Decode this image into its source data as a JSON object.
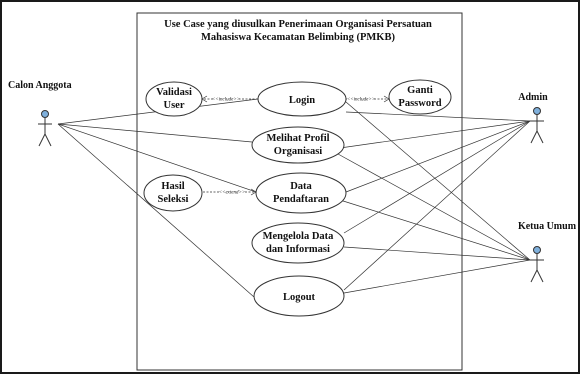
{
  "diagram": {
    "title_line1": "Use Case yang diusulkan Penerimaan Organisasi Persatuan",
    "title_line2": "Mahasiswa Kecamatan Belimbing (PMKB)",
    "actors": {
      "calon_anggota": "Calon Anggota",
      "admin": "Admin",
      "ketua_umum": "Ketua Umum"
    },
    "use_cases": {
      "validasi_user": [
        "Validasi",
        "User"
      ],
      "login": [
        "Login"
      ],
      "ganti_password": [
        "Ganti",
        "Password"
      ],
      "melihat_profil": [
        "Melihat Profil",
        "Organisasi"
      ],
      "hasil_seleksi": [
        "Hasil",
        "Seleksi"
      ],
      "data_pendaftaran": [
        "Data",
        "Pendaftaran"
      ],
      "mengelola_data": [
        "Mengelola Data",
        "dan Informasi"
      ],
      "logout": [
        "Logout"
      ]
    },
    "stereotypes": {
      "include": "<<include>>",
      "extend": "<<extend>>"
    }
  }
}
